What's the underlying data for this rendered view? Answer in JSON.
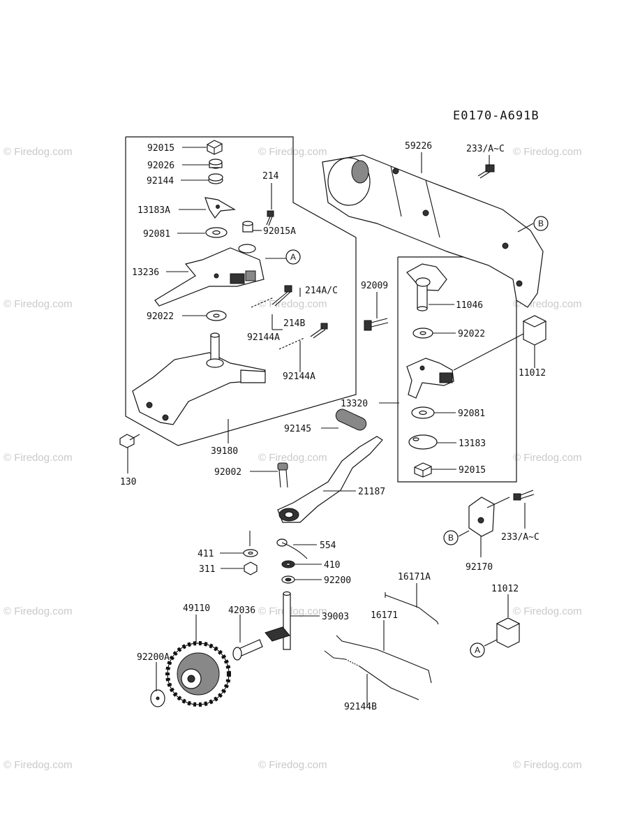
{
  "diagram": {
    "code": "E0170-A691B",
    "watermark": "© Firedog.com",
    "callout_letters": [
      "A",
      "B"
    ],
    "part_numbers": [
      "92015",
      "92026",
      "92144",
      "214",
      "13183A",
      "92081",
      "92015A",
      "13236",
      "214A/C",
      "92022",
      "214B",
      "92144A",
      "92144A",
      "39180",
      "130",
      "59226",
      "233/A~C",
      "92009",
      "11046",
      "92022",
      "11012",
      "13320",
      "92081",
      "13183",
      "92015",
      "92145",
      "21187",
      "92002",
      "554",
      "411",
      "410",
      "311",
      "92200",
      "233/A~C",
      "92170",
      "16171A",
      "11012",
      "49110",
      "42036",
      "39003",
      "16171",
      "92200A",
      "92144B"
    ]
  }
}
